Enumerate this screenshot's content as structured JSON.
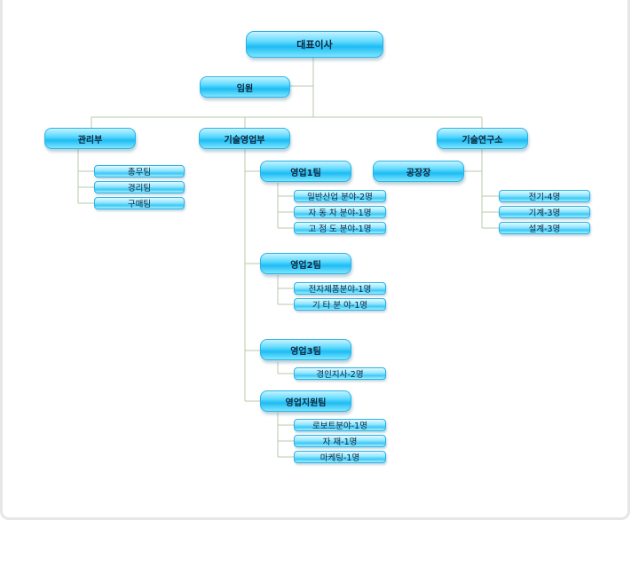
{
  "org": {
    "ceo": "대표이사",
    "executive": "임원",
    "management": {
      "label": "관리부",
      "teams": [
        "총무팀",
        "경리팀",
        "구매팀"
      ]
    },
    "sales": {
      "label": "기술영업부",
      "team1": {
        "label": "영업1팀",
        "items": [
          "일반산업 분야-2명",
          "자 동 차 분야-1명",
          "고 점 도 분야-1명"
        ]
      },
      "team2": {
        "label": "영업2팀",
        "items": [
          "전자제품분야-1명",
          "기   타   분   야-1명"
        ]
      },
      "team3": {
        "label": "영업3팀",
        "items": [
          "경인지사-2명"
        ]
      },
      "support": {
        "label": "영업지원팀",
        "items": [
          "로보트분야-1명",
          "자    재-1명",
          "마케팅-1명"
        ]
      }
    },
    "research": {
      "label": "기술연구소",
      "factory": "공장장",
      "items": [
        "전기-4명",
        "기계-3명",
        "설계-3명"
      ]
    }
  }
}
